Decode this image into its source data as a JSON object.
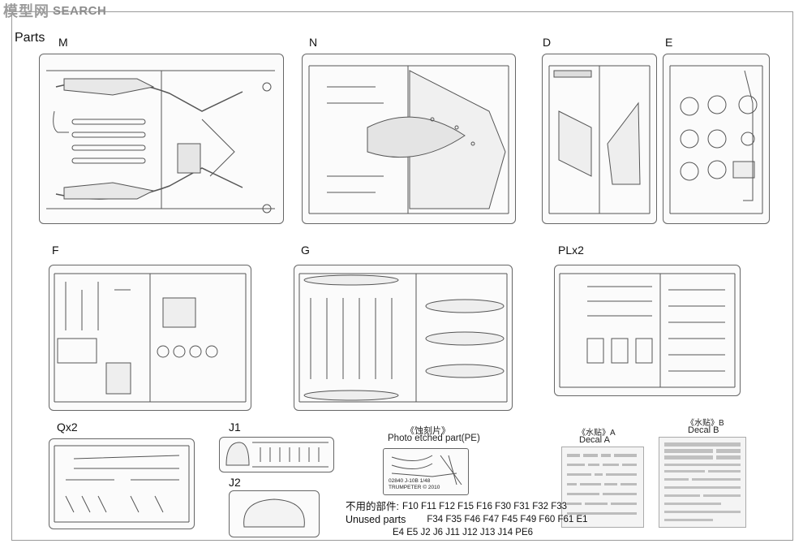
{
  "header": {
    "logo_cn": "模型网",
    "logo_en": "SEARCH"
  },
  "page": {
    "title": "Parts"
  },
  "sprues": {
    "M": "M",
    "N": "N",
    "D": "D",
    "E": "E",
    "F": "F",
    "G": "G",
    "PL": "PLx2",
    "Q": "Qx2",
    "J1": "J1",
    "J2": "J2"
  },
  "photo_etched": {
    "label_cn": "《蚀刻片》",
    "label_en": "Photo etched part(PE)",
    "code": "02840 J-10B 1/48",
    "brand": "TRUMPETER © 2010"
  },
  "decal_a": {
    "label_cn": "《水贴》A",
    "label_en": "Decal A"
  },
  "decal_b": {
    "label_cn": "《水贴》B",
    "label_en": "Decal B"
  },
  "unused": {
    "label_cn": "不用的部件:",
    "label_en": "Unused parts",
    "line1": "F10 F11 F12 F15 F16 F30 F31 F32 F33",
    "line2": "F34 F35 F46 F47 F45 F49 F60 F61 E1",
    "line3": "E4 E5 J2 J6 J11 J12 J13 J14 PE6"
  }
}
